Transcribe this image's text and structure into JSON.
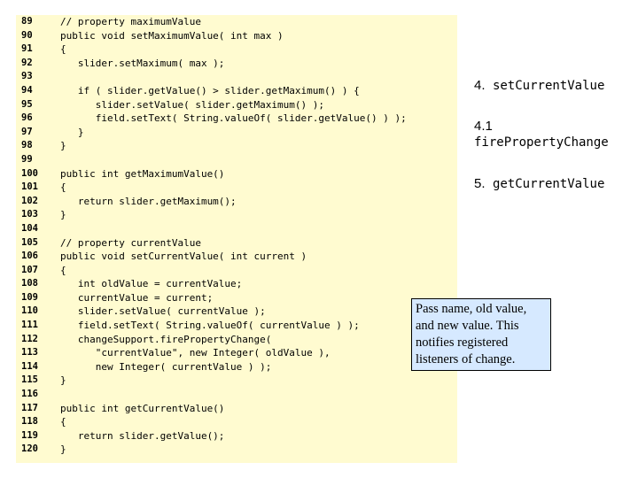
{
  "line_numbers": [
    "89",
    "90",
    "91",
    "92",
    "93",
    "94",
    "95",
    "96",
    "97",
    "98",
    "99",
    "100",
    "101",
    "102",
    "103",
    "104",
    "105",
    "106",
    "107",
    "108",
    "109",
    "110",
    "111",
    "112",
    "113",
    "114",
    "115",
    "116",
    "117",
    "118",
    "119",
    "120"
  ],
  "code_lines": [
    "// property maximumValue",
    "public void setMaximumValue( int max )",
    "{",
    "   slider.setMaximum( max );",
    "",
    "   if ( slider.getValue() > slider.getMaximum() ) {",
    "      slider.setValue( slider.getMaximum() );",
    "      field.setText( String.valueOf( slider.getValue() ) );",
    "   }",
    "}",
    "",
    "public int getMaximumValue()",
    "{",
    "   return slider.getMaximum();",
    "}",
    "",
    "// property currentValue",
    "public void setCurrentValue( int current )",
    "{",
    "   int oldValue = currentValue;",
    "   currentValue = current;",
    "   slider.setValue( currentValue );",
    "   field.setText( String.valueOf( currentValue ) );",
    "   changeSupport.firePropertyChange(",
    "      \"currentValue\", new Integer( oldValue ),",
    "      new Integer( currentValue ) );",
    "}",
    "",
    "public int getCurrentValue()",
    "{",
    "   return slider.getValue();",
    "}"
  ],
  "callouts": {
    "c4_num": "4.",
    "c4_text": "setCurrentValue",
    "c41_num": "4.1",
    "c41_text": "firePropertyChange",
    "c5_num": "5.",
    "c5_text": "getCurrentValue"
  },
  "note": {
    "line1": "Pass name, old value,",
    "line2": "and new value.  This",
    "line3": "notifies registered",
    "line4": "listeners of change."
  }
}
